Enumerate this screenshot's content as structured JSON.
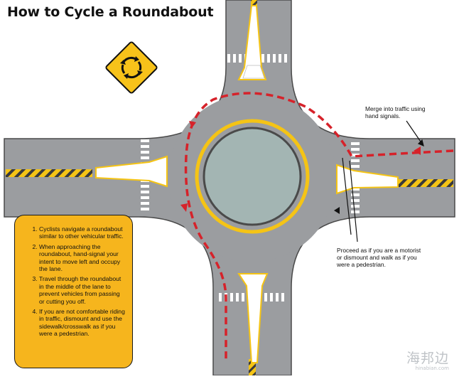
{
  "title": "How to Cycle a Roundabout",
  "callouts": {
    "merge": [
      "Merge into traffic using",
      "hand signals."
    ],
    "proceed": [
      "Proceed as if you are a motorist",
      "or dismount and walk as if you",
      "were a pedestrian."
    ]
  },
  "steps": [
    "Cyclists navigate a roundabout similar to other vehicular traffic.",
    "When approaching the roundabout, hand-signal your intent to move left and occupy the lane.",
    "Travel through the roundabout in the middle of the lane to prevent vehicles from passing or cutting you off.",
    "If you are not comfortable riding in traffic, dismount and use the sidewalk/crosswalk as if you were a pedestrian."
  ],
  "watermark": {
    "cn": "海邦边",
    "en": "hinabian.com"
  },
  "colors": {
    "road": "#9b9da0",
    "road_edge": "#4a4a4a",
    "center_line": "#f5c415",
    "island": "#a3b5b3",
    "route": "#d6222a",
    "sign": "#f7c21a",
    "steps_box": "#f6b51d"
  },
  "icons": {
    "sign": "roundabout-warning-sign-icon",
    "arrow": "route-arrow-icon"
  }
}
